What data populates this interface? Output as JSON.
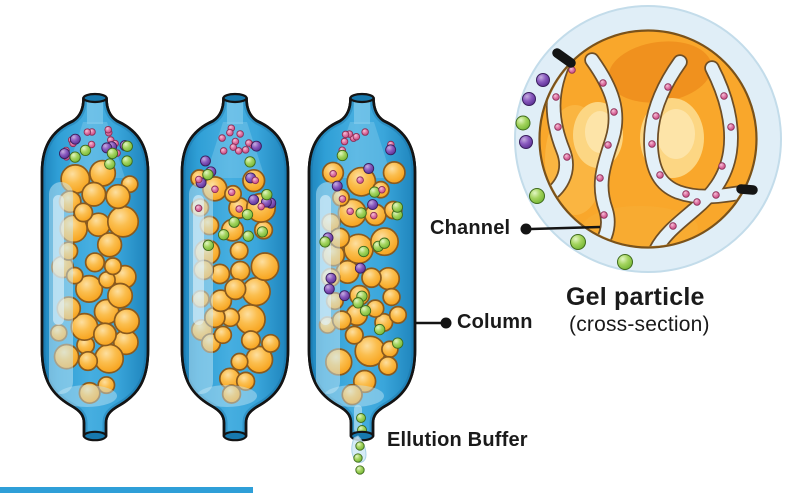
{
  "figure": {
    "title": "Gel filtration chromatography diagram",
    "labels": {
      "channel": "Channel",
      "column": "Column",
      "gel_particle": "Gel particle",
      "cross_section": "(cross-section)",
      "ellution_buffer": "Ellution Buffer"
    }
  },
  "colors": {
    "column_blue": "#2F9FD6",
    "column_blue_dark": "#1E84BC",
    "column_blue_light": "#46AEE0",
    "glass_highlight": "#C6E7F5",
    "neck_opening": "#1779AE",
    "outline_dark": "#141414",
    "bead_orange": "#F8A826",
    "bead_outline": "#8A5A1E",
    "molecule_pink": "#C94A82",
    "molecule_pink_outline": "#8C2F57",
    "molecule_purple": "#63379B",
    "molecule_purple_outline": "#3A1F5E",
    "molecule_green": "#7DBC3C",
    "molecule_green_outline": "#3F6B1D",
    "gel_halo_blue": "#E0EEF7",
    "gel_halo_edge": "#C3DCEA",
    "gel_orange": "#F9A72B",
    "gel_orange_dark": "#F0911E",
    "gel_orange_pale": "#FCD683",
    "channel_blue": "#E3F0F8",
    "channel_outline": "#6E4E26",
    "label_text": "#1A1A1A",
    "bottom_bar_blue": "#2E9FD8",
    "droplet_blue": "#CFE9F6"
  }
}
